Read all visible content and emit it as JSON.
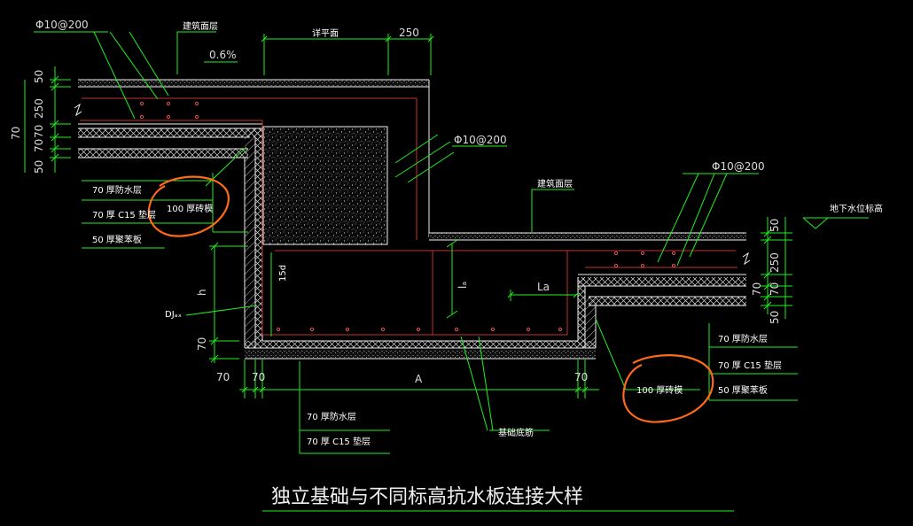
{
  "drawing": {
    "title": "独立基础与不同标高抗水板连接大样",
    "rebar_top_left": "Φ10@200",
    "rebar_middle": "Φ10@200",
    "rebar_right": "Φ10@200",
    "surface_layer_top": "建筑面层",
    "surface_layer_right": "建筑面层",
    "slope": "0.6%",
    "span_label": "详平面",
    "dim_250_top": "250",
    "left_dims": [
      "50",
      "70",
      "250",
      "70",
      "70",
      "50"
    ],
    "right_dims": [
      "50",
      "250",
      "70",
      "70",
      "50"
    ],
    "groundwater_label": "地下水位标高",
    "left_layers": [
      "70 厚防水层",
      "70 厚 C15 垫层",
      "50 厚聚苯板"
    ],
    "left_highlight": "100 厚砖模",
    "right_layers": [
      "70 厚防水层",
      "70 厚 C15 垫层",
      "50 厚聚苯板"
    ],
    "right_highlight": "100 厚砖模",
    "bottom_layers": [
      "70 厚防水层",
      "70 厚 C15 垫层"
    ],
    "foundation_rebar": "基础底筋",
    "foundation_tag": "DJₐₓ",
    "h_label": "h",
    "anchor_15d": "15d",
    "la_vertical": "lₐ",
    "la_horizontal": "La",
    "bottom_dims": [
      "70",
      "70",
      "A",
      "70"
    ],
    "small_dim_70": "70"
  }
}
